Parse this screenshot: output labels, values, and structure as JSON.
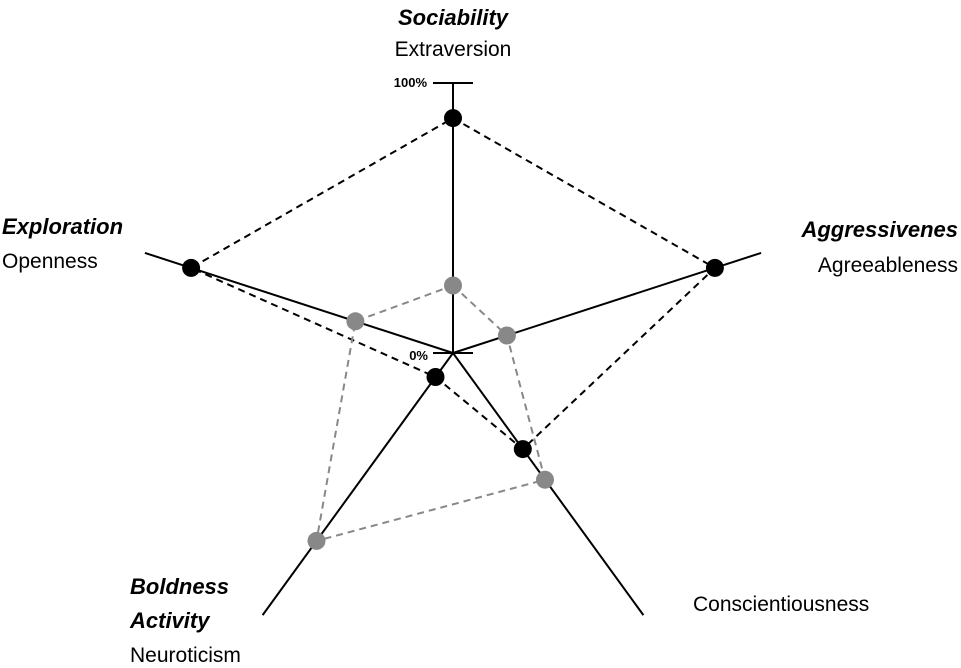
{
  "chart_data": {
    "type": "radar",
    "axes": [
      {
        "id": "extraversion",
        "bold_labels": [
          "Sociability"
        ],
        "label": "Extraversion"
      },
      {
        "id": "agreeableness",
        "bold_labels": [
          "Aggressivenes"
        ],
        "label": "Agreeableness"
      },
      {
        "id": "conscientiousness",
        "bold_labels": [],
        "label": "Conscientiousness"
      },
      {
        "id": "neuroticism",
        "bold_labels": [
          "Boldness",
          "Activity"
        ],
        "label": "Neuroticism"
      },
      {
        "id": "openness",
        "bold_labels": [
          "Exploration"
        ],
        "label": "Openness"
      }
    ],
    "scale": {
      "min_label": "0%",
      "max_label": "100%",
      "min": 0,
      "max": 100
    },
    "series": [
      {
        "color": "#000000",
        "values": [
          87,
          102,
          44,
          11,
          102
        ]
      },
      {
        "color": "#888888",
        "values": [
          25,
          21,
          58,
          86,
          38
        ]
      }
    ]
  }
}
